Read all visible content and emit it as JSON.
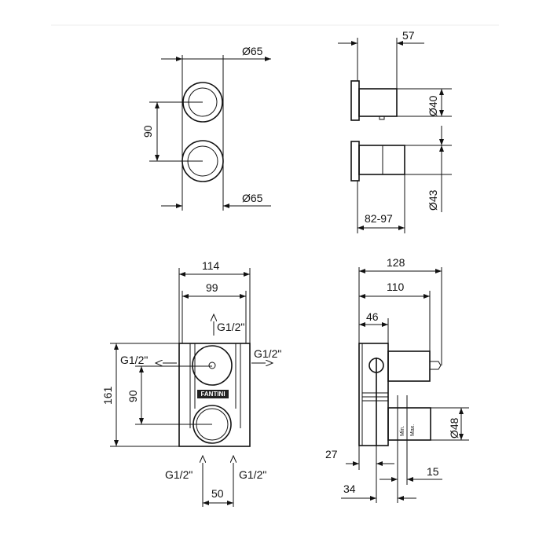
{
  "front_view": {
    "dia_top": "Ø65",
    "dia_bottom": "Ø65",
    "spacing": "90"
  },
  "side_view": {
    "depth": "57",
    "dia_handle": "Ø40",
    "dia_knob": "Ø43",
    "adjust_range": "82-97"
  },
  "box_front": {
    "width_outer": "114",
    "width_inner": "99",
    "height": "161",
    "spacing": "90",
    "brand": "FANTINI",
    "connection_top": "G1/2\"",
    "connection_left": "G1/2\"",
    "connection_right": "G1/2\"",
    "connection_bottom_left": "G1/2\"",
    "connection_bottom_right": "G1/2\"",
    "inlet_spacing": "50"
  },
  "box_side": {
    "depth_total": "128",
    "depth_body": "110",
    "depth_box": "46",
    "dia": "Ø48",
    "min_label": "Min.",
    "max_label": "Max.",
    "dim_27": "27",
    "dim_15": "15",
    "dim_34": "34"
  }
}
